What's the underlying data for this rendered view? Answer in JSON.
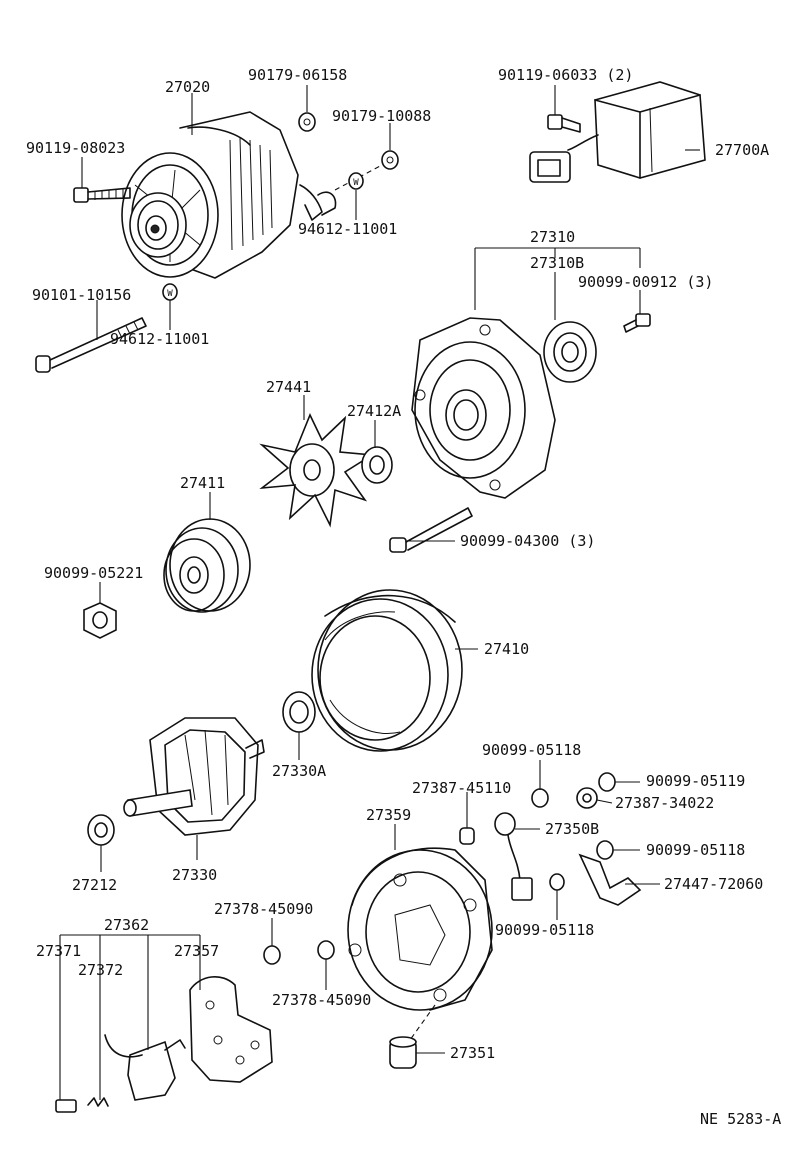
{
  "figure_code": "NE 5283-A",
  "labels": {
    "p27020": "27020",
    "p90179_06158": "90179-06158",
    "p90179_10088": "90179-10088",
    "p90119_08023": "90119-08023",
    "p94612_11001_a": "94612-11001",
    "p90101_10156": "90101-10156",
    "p94612_11001_b": "94612-11001",
    "p90119_06033": "90119-06033 (2)",
    "p27700A": "27700A",
    "p27310": "27310",
    "p27310B": "27310B",
    "p90099_00912": "90099-00912 (3)",
    "p27441": "27441",
    "p27412A": "27412A",
    "p27411": "27411",
    "p90099_04300": "90099-04300 (3)",
    "p90099_05221": "90099-05221",
    "p27410": "27410",
    "p27330A": "27330A",
    "p27330": "27330",
    "p27212": "27212",
    "p90099_05118_a": "90099-05118",
    "p90099_05119": "90099-05119",
    "p27387_45110": "27387-45110",
    "p27387_34022": "27387-34022",
    "p27359": "27359",
    "p27350B": "27350B",
    "p90099_05118_b": "90099-05118",
    "p27447_72060": "27447-72060",
    "p90099_05118_c": "90099-05118",
    "p27378_45090_a": "27378-45090",
    "p27378_45090_b": "27378-45090",
    "p27362": "27362",
    "p27371": "27371",
    "p27372": "27372",
    "p27357": "27357",
    "p27351": "27351"
  }
}
